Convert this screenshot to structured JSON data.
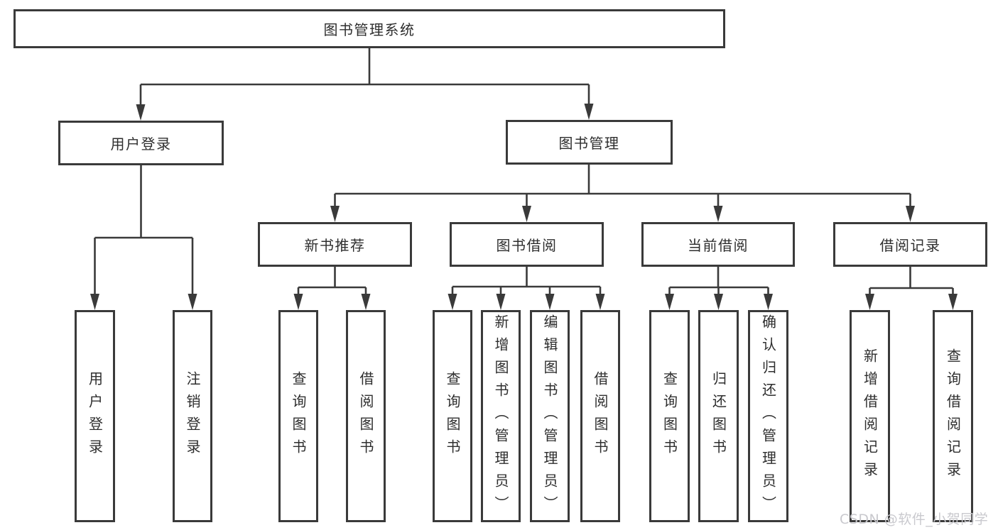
{
  "diagram": {
    "title": "图书管理系统",
    "level1": [
      {
        "label": "用户登录"
      },
      {
        "label": "图书管理"
      }
    ],
    "level2": [
      {
        "label": "新书推荐",
        "parent": "图书管理"
      },
      {
        "label": "图书借阅",
        "parent": "图书管理"
      },
      {
        "label": "当前借阅",
        "parent": "图书管理"
      },
      {
        "label": "借阅记录",
        "parent": "图书管理"
      }
    ],
    "level3": [
      {
        "label": "用户登录",
        "parent": "用户登录"
      },
      {
        "label": "注销登录",
        "parent": "用户登录"
      },
      {
        "label": "查询图书",
        "parent": "新书推荐"
      },
      {
        "label": "借阅图书",
        "parent": "新书推荐"
      },
      {
        "label": "查询图书",
        "parent": "图书借阅"
      },
      {
        "label": "新增图书（管理员）",
        "parent": "图书借阅"
      },
      {
        "label": "编辑图书（管理员）",
        "parent": "图书借阅"
      },
      {
        "label": "借阅图书",
        "parent": "图书借阅"
      },
      {
        "label": "查询图书",
        "parent": "当前借阅"
      },
      {
        "label": "归还图书",
        "parent": "当前借阅"
      },
      {
        "label": "确认归还（管理员）",
        "parent": "当前借阅"
      },
      {
        "label": "新增借阅记录",
        "parent": "借阅记录"
      },
      {
        "label": "查询借阅记录",
        "parent": "借阅记录"
      }
    ]
  },
  "watermark": {
    "text": "CSDN @软件_小贺同学"
  },
  "colors": {
    "line": "#3a3a3a",
    "text": "#2e2e2e",
    "watermark": "#c9c9ce",
    "background": "#ffffff"
  }
}
